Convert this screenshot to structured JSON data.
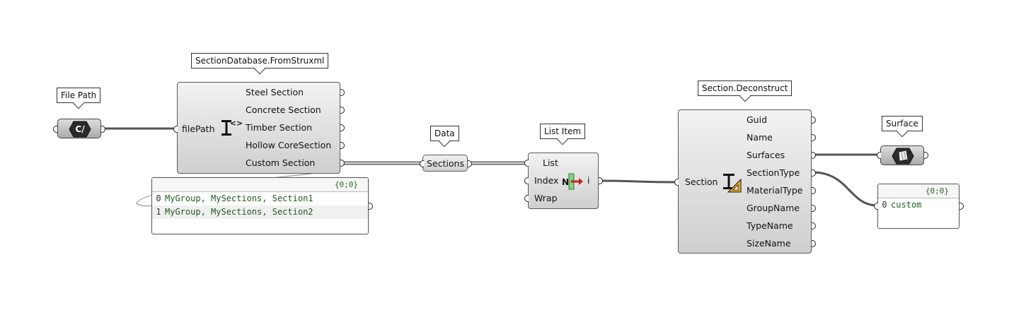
{
  "file_path_node": {
    "tag": "File Path",
    "icon": "c-path-hex-icon",
    "icon_text": "C/"
  },
  "from_struxml": {
    "tag": "SectionDatabase.FromStruxml",
    "input": "filePath",
    "icon": "i-beam-section-icon",
    "outputs": [
      "Steel Section",
      "Concrete Section",
      "Timber Section",
      "Hollow CoreSection",
      "Custom Section"
    ]
  },
  "sections_panel": {
    "header": "{0;0}",
    "rows": [
      {
        "index": "0",
        "value": "MyGroup, MySections, Section1"
      },
      {
        "index": "1",
        "value": "MyGroup, MySections, Section2"
      }
    ]
  },
  "data_node": {
    "tag": "Data",
    "label": "Sections"
  },
  "list_item": {
    "tag": "List Item",
    "inputs": [
      "List",
      "Index",
      "Wrap"
    ],
    "output": "i",
    "icon": "list-item-icon",
    "icon_letter": "N"
  },
  "deconstruct": {
    "tag": "Section.Deconstruct",
    "input": "Section",
    "icon": "section-deconstruct-icon",
    "outputs": [
      "Guid",
      "Name",
      "Surfaces",
      "SectionType",
      "MaterialType",
      "GroupName",
      "TypeName",
      "SizeName"
    ]
  },
  "surface_node": {
    "tag": "Surface",
    "icon": "surface-hex-icon"
  },
  "type_panel": {
    "header": "{0;0}",
    "rows": [
      {
        "index": "0",
        "value": "custom"
      }
    ]
  },
  "colors": {
    "wire": "#555555",
    "panel_text": "#1f5c1f",
    "component_top": "#f2f2f2",
    "component_bottom": "#cfcfcf"
  }
}
